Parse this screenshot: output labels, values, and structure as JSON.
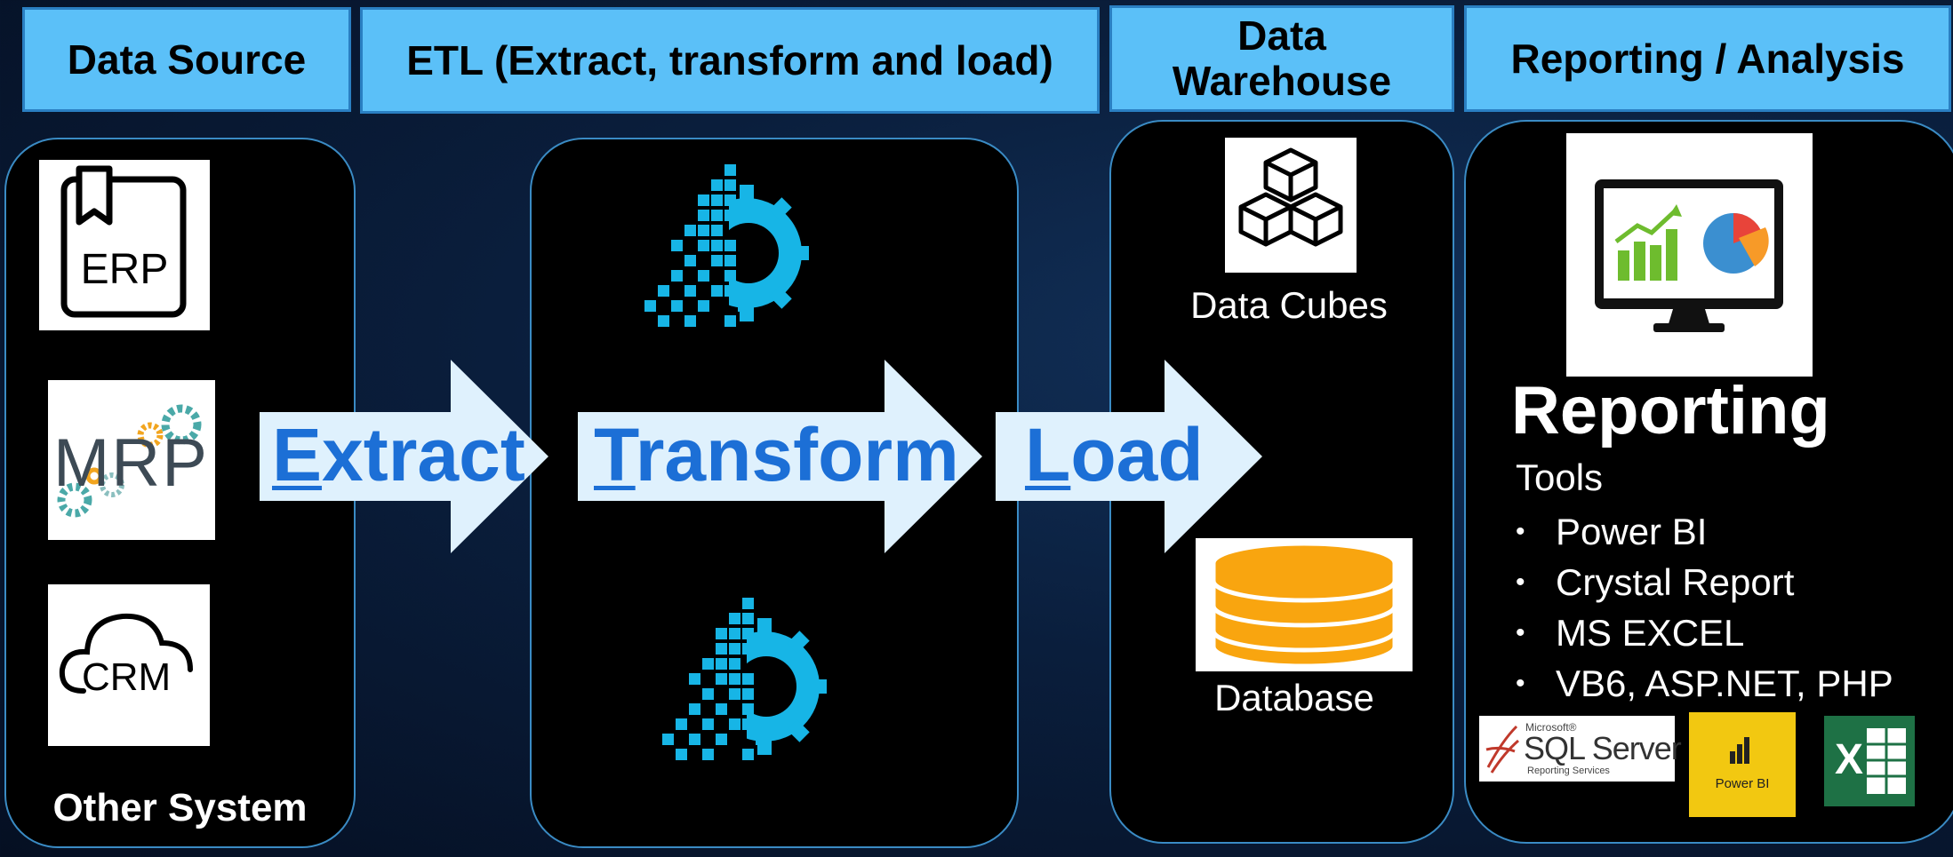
{
  "headers": {
    "data_source": "Data Source",
    "etl": "ETL (Extract, transform and load)",
    "warehouse": "Data Warehouse",
    "reporting": "Reporting / Analysis"
  },
  "sources": {
    "erp": "ERP",
    "mrp": "MRP",
    "crm": "CRM",
    "other": "Other System"
  },
  "arrows": {
    "extract_first": "E",
    "extract_rest": "xtract",
    "transform_first": "T",
    "transform_rest": "ransform",
    "load_first": "L",
    "load_rest": "oad"
  },
  "warehouse": {
    "cubes_label": "Data Cubes",
    "database_label": "Database"
  },
  "reporting": {
    "title": "Reporting",
    "subtitle": "Tools",
    "tools": [
      "Power BI",
      "Crystal Report",
      "MS EXCEL",
      "VB6, ASP.NET, PHP"
    ],
    "bullet": "•"
  },
  "logos": {
    "sql_small": "Microsoft®",
    "sql_main": "SQL Server",
    "sql_sub": "Reporting Services",
    "powerbi": "Power BI",
    "excel": "X"
  },
  "colors": {
    "header_bg": "#5bc0f8",
    "arrow_fill": "#dff1fd",
    "arrow_text": "#1c6fd6",
    "gear": "#17b5e6",
    "database": "#f9a50f",
    "powerbi_bg": "#f2c811",
    "excel": "#1e7145"
  }
}
